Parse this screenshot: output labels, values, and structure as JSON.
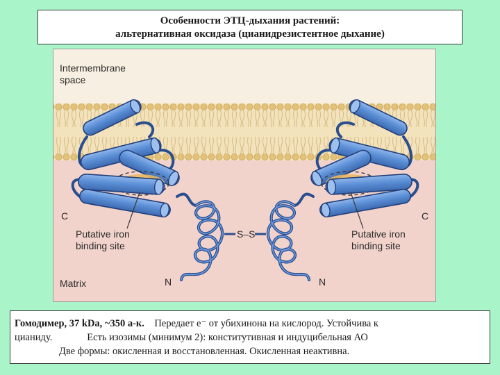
{
  "title": {
    "line1": "Особенности ЭТЦ-дыхания растений:",
    "line2": "альтернативная оксидаза (цианидрезистентное дыхание)"
  },
  "figure": {
    "labels": {
      "intermembrane": "Intermembrane\nspace",
      "matrix": "Matrix",
      "c_left": "C",
      "c_right": "C",
      "n_left": "N",
      "n_right": "N",
      "iron_left": "Putative iron\nbinding site",
      "iron_right": "Putative iron\nbinding site",
      "disulfide": "S–S"
    },
    "colors": {
      "helix": "#5b8fd6",
      "helix_stroke": "#223f7a",
      "membrane": "#e9cf8a",
      "matrix": "#f2d3cc",
      "ims": "#f7efe1",
      "iron_site": "#e8b861"
    }
  },
  "bottom": {
    "line1_bold": "Гомодимер,  37 kDa,  ~350 а-к.",
    "line1_rest": "Передает е⁻ от убихинона на кислород.  Устойчива к",
    "line2_a": "цианиду.",
    "line2_b": "Есть изозимы (минимум 2): конститутивная и индуцибельная  АО",
    "line3": "Две формы:  окисленная и восстановленная.   Окисленная неактивна."
  }
}
